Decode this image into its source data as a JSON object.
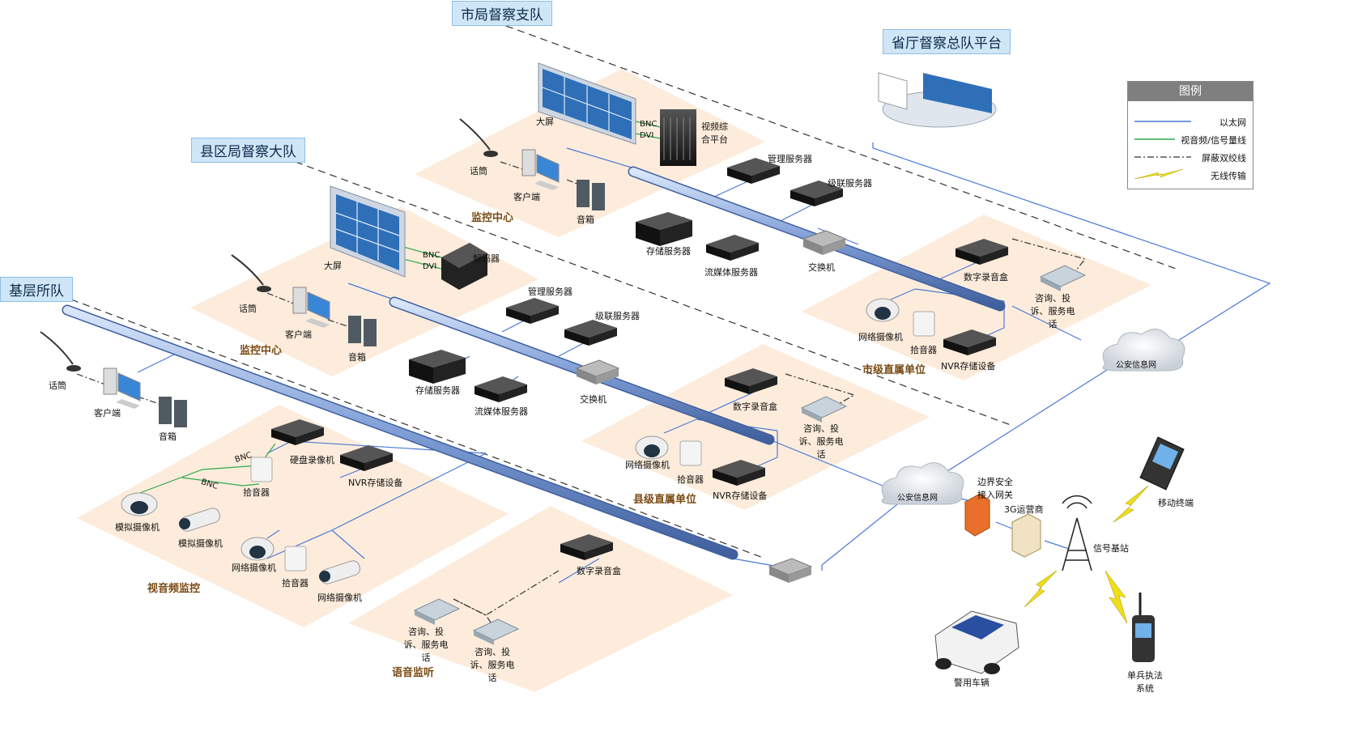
{
  "tiers": {
    "city": "市局督察支队",
    "province": "省厅督察总队平台",
    "county": "县区局督察大队",
    "base": "基层所队"
  },
  "legend": {
    "title": "图例",
    "items": [
      {
        "label": "以太网",
        "color": "#4a79d8",
        "style": "solid"
      },
      {
        "label": "视音频/信号量线",
        "color": "#2fa84f",
        "style": "solid"
      },
      {
        "label": "屏蔽双绞线",
        "color": "#333333",
        "style": "dashdot"
      },
      {
        "label": "无线传输",
        "color": "#e8d400",
        "style": "bolt"
      }
    ]
  },
  "city_center": {
    "screen": "大屏",
    "bnc": "BNC",
    "dvi": "DVI",
    "platform": "视频综合平台",
    "mic": "话筒",
    "client": "客户端",
    "speaker": "音箱",
    "zone": "监控中心",
    "mgmt_server": "管理服务器",
    "cascade_server": "级联服务器",
    "storage_server": "存储服务器",
    "media_server": "流媒体服务器",
    "switch": "交换机"
  },
  "county_center": {
    "screen": "大屏",
    "bnc": "BNC",
    "dvi": "DVI",
    "decoder": "解码器",
    "mic": "话筒",
    "client": "客户端",
    "speaker": "音箱",
    "zone": "监控中心",
    "mgmt_server": "管理服务器",
    "cascade_server": "级联服务器",
    "storage_server": "存储服务器",
    "media_server": "流媒体服务器",
    "switch": "交换机"
  },
  "city_unit": {
    "recorder": "数字录音盒",
    "phone": "咨询、投诉、服务电话",
    "camera": "网络摄像机",
    "pickup": "拾音器",
    "nvr": "NVR存储设备",
    "zone": "市级直属单位"
  },
  "county_unit": {
    "recorder": "数字录音盒",
    "phone": "咨询、投诉、服务电话",
    "camera": "网络摄像机",
    "pickup": "拾音器",
    "nvr": "NVR存储设备",
    "zone": "县级直属单位"
  },
  "base": {
    "mic": "话筒",
    "client": "客户端",
    "speaker": "音箱",
    "dvr": "硬盘录像机",
    "bnc1": "BNC",
    "bnc2": "BNC",
    "pickup1": "拾音器",
    "nvr": "NVR存储设备",
    "analog_dome": "模拟摄像机",
    "analog_bullet": "模拟摄像机",
    "ip_dome": "网络摄像机",
    "pickup2": "拾音器",
    "ip_bullet": "网络摄像机",
    "zone_av": "视音频监控",
    "recorder": "数字录音盒",
    "phone1": "咨询、投诉、服务电话",
    "phone2": "咨询、投诉、服务电话",
    "zone_voice": "语音监听"
  },
  "network": {
    "cloud1": "公安信息网",
    "cloud2": "公安信息网",
    "gateway": "边界安全接入网关",
    "carrier": "3G运营商",
    "tower": "信号基站",
    "mobile": "移动终端",
    "car": "警用车辆",
    "handheld": "单兵执法系统"
  }
}
